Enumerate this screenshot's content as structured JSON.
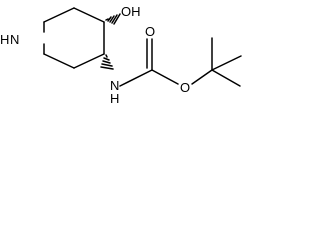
{
  "structure": {
    "atoms": {
      "ring_nitrogen": "N",
      "ring_nitrogen_hydrogen": "H",
      "hydroxyl": "OH",
      "amine_nitrogen": "N",
      "amine_hydrogen": "H",
      "carbonyl_oxygen": "O",
      "ester_oxygen": "O"
    }
  }
}
